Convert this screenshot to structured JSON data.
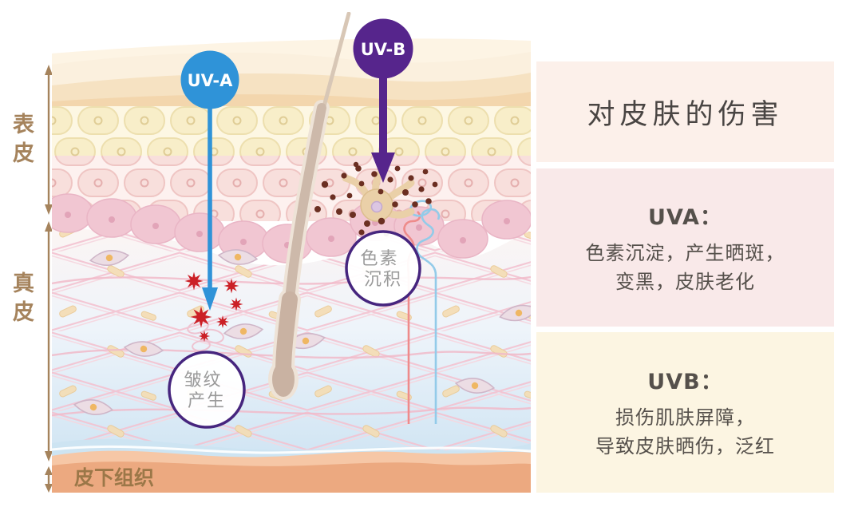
{
  "layers": {
    "epidermis": "表皮",
    "dermis": "真皮",
    "subcutaneous": "皮下组织"
  },
  "badges": {
    "uva": {
      "label": "UV-A",
      "color": "#2f93d8"
    },
    "uvb": {
      "label": "UV-B",
      "color": "#56258c"
    }
  },
  "callouts": {
    "pigment": {
      "line1": "色素",
      "line2": "沉积",
      "border": "#46257e"
    },
    "wrinkle": {
      "line1": "皱纹",
      "line2": "产生",
      "border": "#46257e"
    }
  },
  "panel": {
    "title": "对皮肤的伤害",
    "title_bg": "#fcf0ea",
    "uva": {
      "heading": "UVA：",
      "line1": "色素沉淀，产生晒斑，",
      "line2": "变黑，皮肤老化",
      "bg": "#f9e9e9"
    },
    "uvb": {
      "heading": "UVB：",
      "line1": "损伤肌肤屏障，",
      "line2": "导致皮肤晒伤，泛红",
      "bg": "#fcf5e2"
    }
  },
  "colors": {
    "layer_label_brown": "#a5835c",
    "star_red": "#cb2026",
    "subcutis_label_brown": "#9b7748",
    "panel_text": "#55504b"
  }
}
